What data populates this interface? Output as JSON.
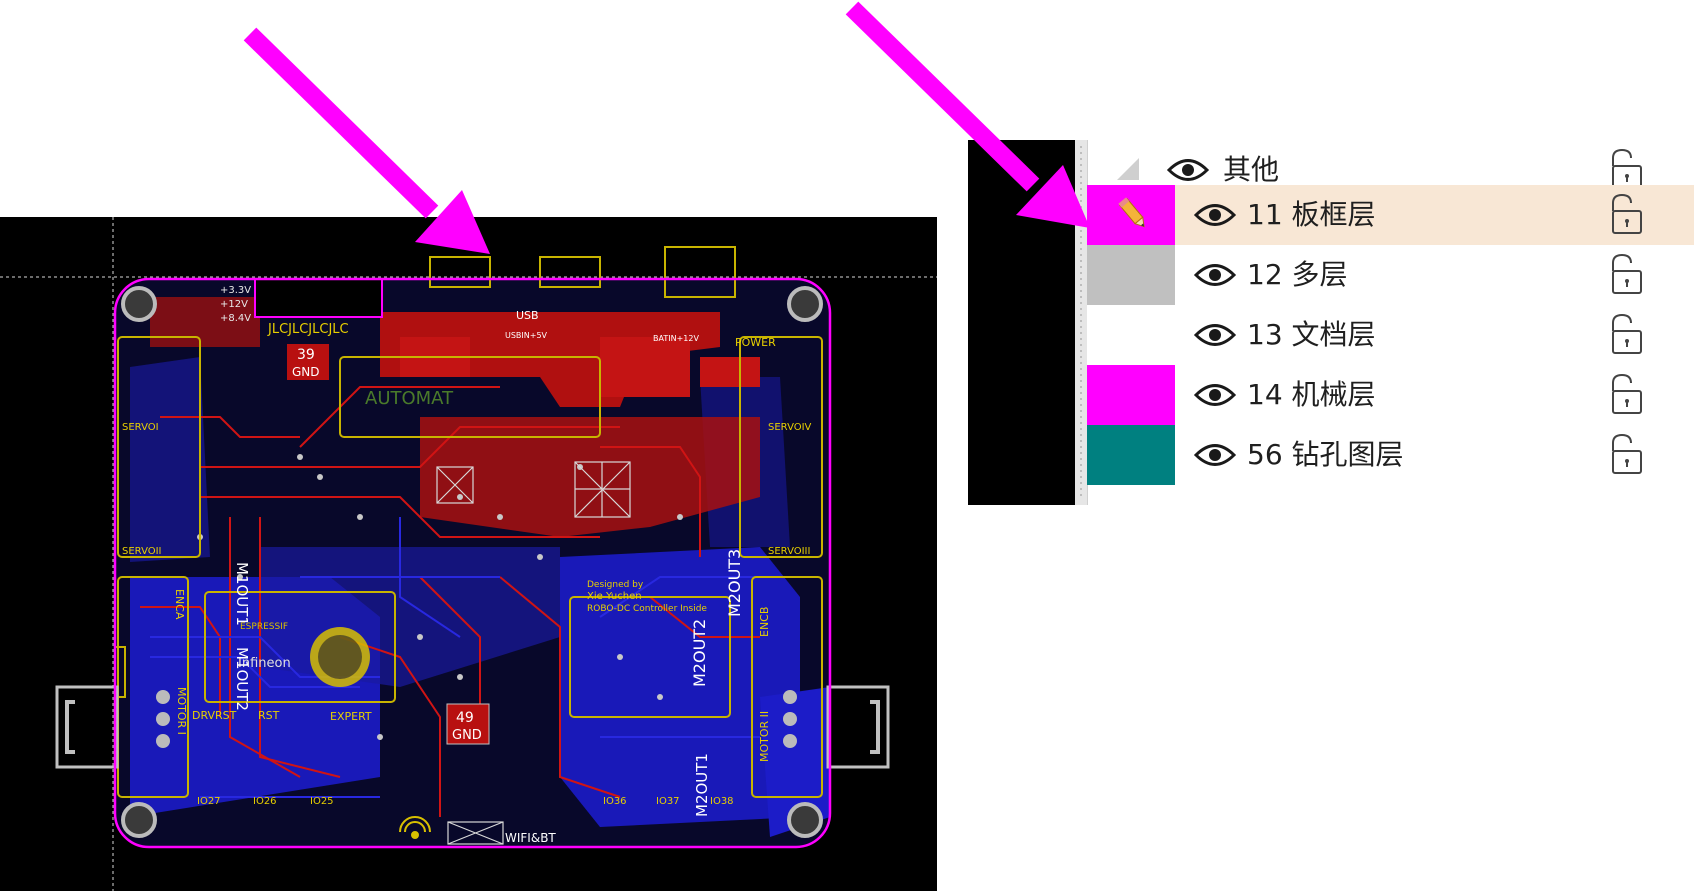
{
  "layer_panel": {
    "group": {
      "label": "其他"
    },
    "layers": [
      {
        "number": "11",
        "name": "板框层",
        "label": "11 板框层",
        "color": "#ff00ff",
        "active": true
      },
      {
        "number": "12",
        "name": "多层",
        "label": "12 多层",
        "color": "#c0c0c0",
        "active": false
      },
      {
        "number": "13",
        "name": "文档层",
        "label": "13 文档层",
        "color": "#ffffff",
        "active": false
      },
      {
        "number": "14",
        "name": "机械层",
        "label": "14 机械层",
        "color": "#ff00ff",
        "active": false
      },
      {
        "number": "56",
        "name": "钻孔图层",
        "label": "56 钻孔图层",
        "color": "#008080",
        "active": false
      }
    ]
  },
  "pcb": {
    "silkscreen": {
      "jlc": "JLCJLCJLCJLC",
      "usb": "USB",
      "usb_5v": "USBIN+5V",
      "power": "POWER",
      "bat": "BATIN+12V",
      "v33": "+3.3V",
      "v12": "+12V",
      "v84": "+8.4V",
      "pad39": "39",
      "pad49": "49",
      "gnd": "GND",
      "servo1": "SERVOI",
      "servo2": "SERVOII",
      "servo3": "SERVOIII",
      "servo4": "SERVOIV",
      "enca": "ENCA",
      "encb": "ENCB",
      "motor_i": "MOTOR I",
      "motor_ii": "MOTOR II",
      "m1out1": "M1OUT1",
      "m1out2": "M1OUT2",
      "m2out1": "M2OUT1",
      "m2out2": "M2OUT2",
      "m2out3": "M2OUT3",
      "designed_by": "Designed by",
      "author": "Xie Yuchen",
      "controller": "ROBO-DC Controller Inside",
      "espressif": "ESPRESSIF",
      "infineon": "Infineon",
      "expert": "EXPERT",
      "wifi_bt": "WIFI&BT",
      "drvrst": "DRVRST",
      "rst": "RST",
      "io27": "IO27",
      "io26": "IO26",
      "io25": "IO25",
      "io36": "IO36",
      "io37": "IO37",
      "io38": "IO38",
      "automat": "AUTOMAT"
    },
    "colors": {
      "board_bg": "#08082a",
      "copper_top": "#d01414",
      "copper_bottom": "#1c1cc8",
      "silk": "#c8b400",
      "outline": "#ff00ff"
    }
  },
  "annotation": {
    "arrow_color": "#ff00ff"
  }
}
